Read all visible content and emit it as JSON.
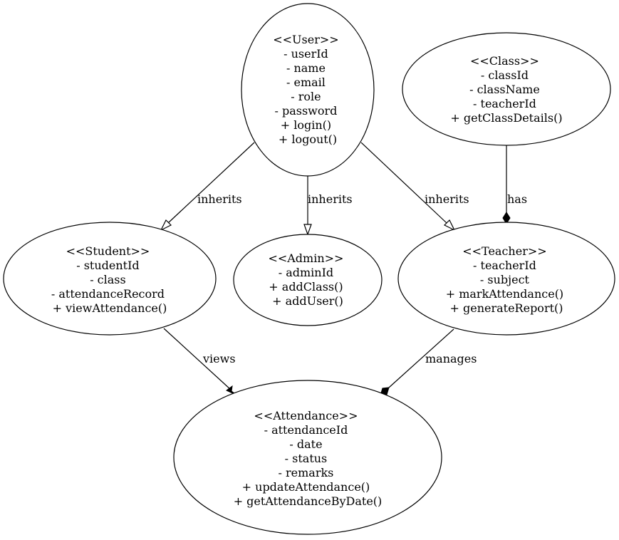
{
  "colors": {
    "stroke": "#000000",
    "background": "#ffffff"
  },
  "nodes": {
    "user": {
      "lines": [
        "<<User>>",
        "- userId",
        "- name",
        "- email",
        "- role",
        "- password",
        "+ login()",
        "+ logout()"
      ]
    },
    "class": {
      "lines": [
        "<<Class>>",
        "- classId",
        "- className",
        "- teacherId",
        "+ getClassDetails()"
      ]
    },
    "student": {
      "lines": [
        "<<Student>>",
        "- studentId",
        "- class",
        "- attendanceRecord",
        "+ viewAttendance()"
      ]
    },
    "admin": {
      "lines": [
        "<<Admin>>",
        "- adminId",
        "+ addClass()",
        "+ addUser()"
      ]
    },
    "teacher": {
      "lines": [
        "<<Teacher>>",
        "- teacherId",
        "- subject",
        "+ markAttendance()",
        "+ generateReport()"
      ]
    },
    "attendance": {
      "lines": [
        "<<Attendance>>",
        "- attendanceId",
        "- date",
        "- status",
        "- remarks",
        "+ updateAttendance()",
        "+ getAttendanceByDate()"
      ]
    }
  },
  "edges": {
    "user_student": {
      "label": "inherits",
      "kind": "inheritance"
    },
    "user_admin": {
      "label": "inherits",
      "kind": "inheritance"
    },
    "user_teacher": {
      "label": "inherits",
      "kind": "inheritance"
    },
    "class_teacher": {
      "label": "has",
      "kind": "composition"
    },
    "student_attendance": {
      "label": "views",
      "kind": "dependency"
    },
    "teacher_attendance": {
      "label": "manages",
      "kind": "composition"
    }
  }
}
